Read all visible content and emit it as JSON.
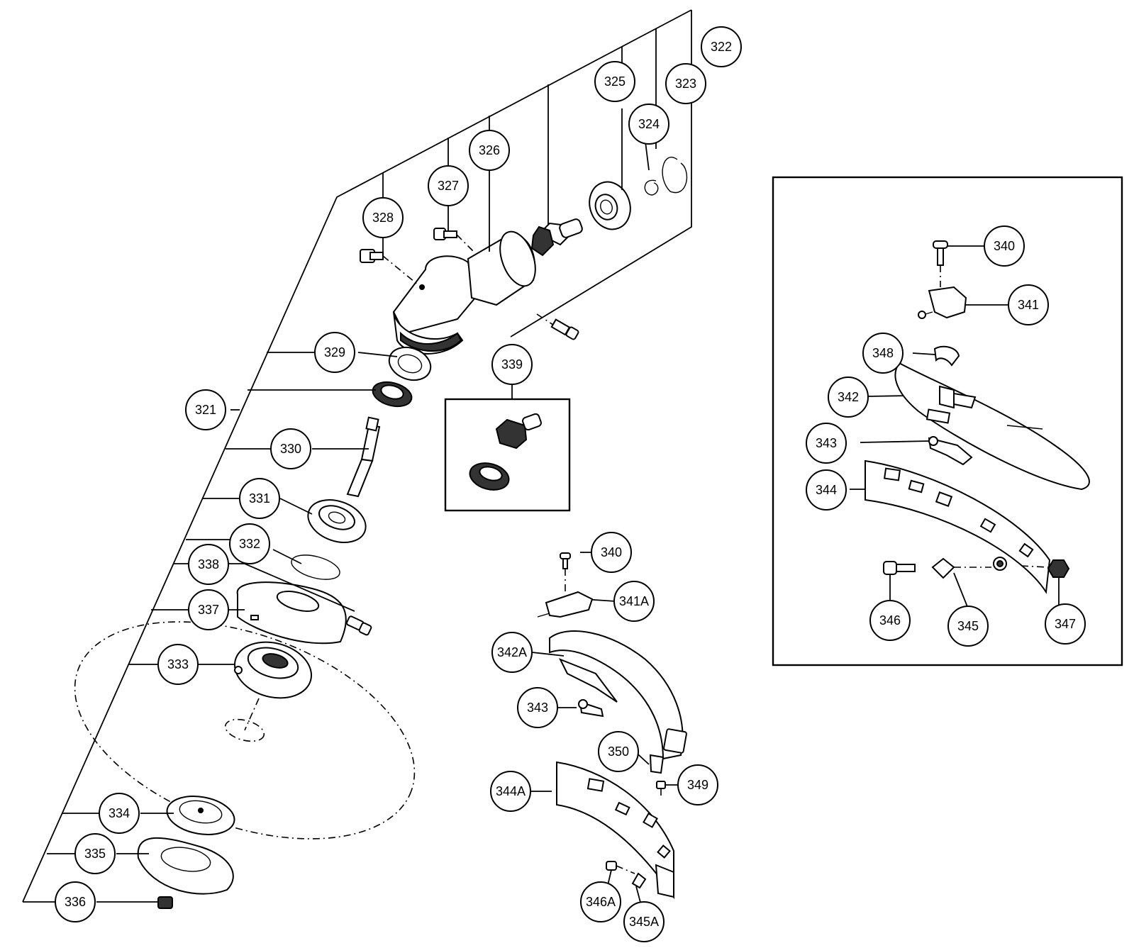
{
  "callouts": [
    {
      "id": "c321",
      "label": "321"
    },
    {
      "id": "c322",
      "label": "322"
    },
    {
      "id": "c323",
      "label": "323"
    },
    {
      "id": "c324",
      "label": "324"
    },
    {
      "id": "c325",
      "label": "325"
    },
    {
      "id": "c326",
      "label": "326"
    },
    {
      "id": "c327",
      "label": "327"
    },
    {
      "id": "c328",
      "label": "328"
    },
    {
      "id": "c329",
      "label": "329"
    },
    {
      "id": "c330",
      "label": "330"
    },
    {
      "id": "c331",
      "label": "331"
    },
    {
      "id": "c332",
      "label": "332"
    },
    {
      "id": "c333",
      "label": "333"
    },
    {
      "id": "c334",
      "label": "334"
    },
    {
      "id": "c335",
      "label": "335"
    },
    {
      "id": "c336",
      "label": "336"
    },
    {
      "id": "c337",
      "label": "337"
    },
    {
      "id": "c338",
      "label": "338"
    },
    {
      "id": "c339",
      "label": "339"
    },
    {
      "id": "c340a",
      "label": "340"
    },
    {
      "id": "c341A",
      "label": "341A"
    },
    {
      "id": "c342A",
      "label": "342A"
    },
    {
      "id": "c343a",
      "label": "343"
    },
    {
      "id": "c350",
      "label": "350"
    },
    {
      "id": "c349",
      "label": "349"
    },
    {
      "id": "c344A",
      "label": "344A"
    },
    {
      "id": "c346A",
      "label": "346A"
    },
    {
      "id": "c345A",
      "label": "345A"
    },
    {
      "id": "c340b",
      "label": "340"
    },
    {
      "id": "c341",
      "label": "341"
    },
    {
      "id": "c348",
      "label": "348"
    },
    {
      "id": "c342",
      "label": "342"
    },
    {
      "id": "c343b",
      "label": "343"
    },
    {
      "id": "c344",
      "label": "344"
    },
    {
      "id": "c346",
      "label": "346"
    },
    {
      "id": "c345",
      "label": "345"
    },
    {
      "id": "c347",
      "label": "347"
    }
  ]
}
